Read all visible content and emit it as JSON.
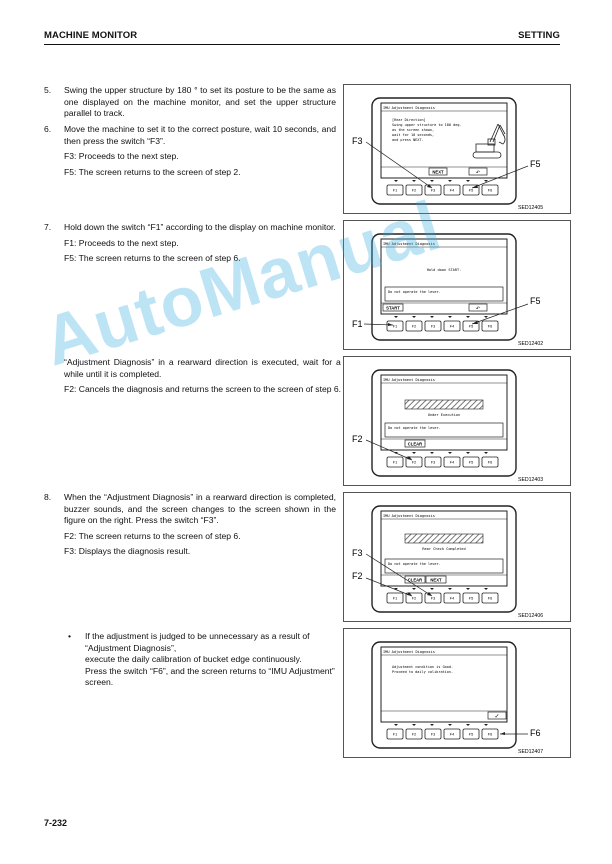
{
  "header": {
    "left": "MACHINE MONITOR",
    "right": "SETTING"
  },
  "footer": {
    "page": "7-232"
  },
  "watermark": "AutoManual",
  "steps": [
    {
      "num": "5.",
      "text": "Swing the upper structure by 180 ° to set its posture to be the same as one displayed on the machine monitor, and set the upper structure parallel to track."
    },
    {
      "num": "6.",
      "text": "Move the machine to set it to the correct posture, wait 10 seconds, and then press the switch “F3”.",
      "subs": [
        "F3: Proceeds to the next step.",
        "F5: The screen returns to the screen of step 2."
      ]
    },
    {
      "num": "7.",
      "text": "Hold down the switch “F1” according to the display on machine monitor.",
      "subs": [
        "F1: Proceeds to the next step.",
        "F5: The screen returns to the screen of step 6."
      ]
    },
    {
      "num": "8.",
      "text": "When the “Adjustment Diagnosis” in a rearward direction is completed, buzzer sounds, and the screen changes to the screen shown in the figure on the right. Press the switch “F3”.",
      "subs": [
        "F2: The screen returns to the screen of step 6.",
        "F3: Displays the diagnosis result."
      ]
    }
  ],
  "diag_text": {
    "text": "“Adjustment Diagnosis” in a rearward direction is executed, wait for a little while until it is completed.",
    "sub": "F2: Cancels the diagnosis and returns the screen to the screen of step 6."
  },
  "bullet": {
    "mark": "•",
    "lines": [
      "If the adjustment is judged to be unnecessary as a result of “Adjustment Diagnosis”,",
      "execute the daily calibration of bucket edge continuously.",
      "Press the switch “F6”, and the screen returns to “IMU Adjustment” screen."
    ]
  },
  "fkeys": [
    "F1",
    "F2",
    "F3",
    "F4",
    "F5",
    "F6"
  ],
  "figures": [
    {
      "code": "SED12405",
      "screen_title": "IMU Adjustment Diagnosis",
      "body": [
        "[Rear Direction]",
        "Swing upper structure to 180 deg.",
        "as the screen shown,",
        "wait for 10 seconds,",
        "and press NEXT."
      ],
      "bar_label": "",
      "status": "",
      "msg": "",
      "btn1": "",
      "btn3": "NEXT",
      "btn5": "↶",
      "callouts": [
        "F3",
        "F5"
      ]
    },
    {
      "code": "SED12402",
      "screen_title": "IMU Adjustment Diagnosis",
      "body": [
        "Hold down START."
      ],
      "msg": "Do not operate the lever.",
      "btn1": "START",
      "btn3": "",
      "btn5": "↶",
      "callouts": [
        "F1",
        "F5"
      ]
    },
    {
      "code": "SED12403",
      "screen_title": "IMU Adjustment Diagnosis",
      "status": "Under Execution",
      "msg": "Do not operate the lever.",
      "btn2": "CLEAR",
      "callouts": [
        "F2"
      ]
    },
    {
      "code": "SED12406",
      "screen_title": "IMU Adjustment Diagnosis",
      "status": "Rear Check Completed",
      "msg": "Do not operate the lever.",
      "btn2": "CLEAR",
      "btn3": "NEXT",
      "callouts": [
        "F3",
        "F2"
      ]
    },
    {
      "code": "SED12407",
      "screen_title": "IMU Adjustment Diagnosis",
      "body": [
        "Adjustment condition is Good.",
        "Proceed to daily calibration."
      ],
      "btn6": "✓",
      "callouts": [
        "F6"
      ]
    }
  ]
}
